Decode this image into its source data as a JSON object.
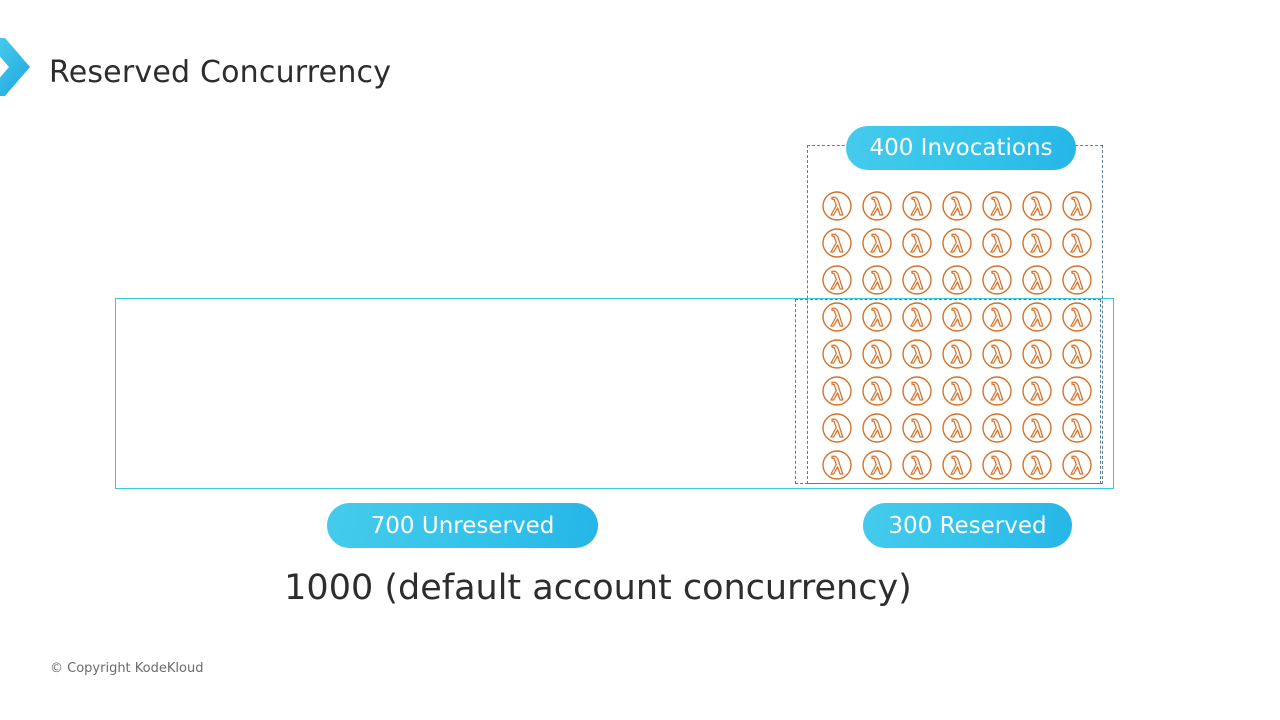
{
  "header": {
    "title": "Reserved Concurrency",
    "chevron_icon": "chevron-right-icon",
    "chevron_color_start": "#4fd0ee",
    "chevron_color_end": "#1ea7e0"
  },
  "diagram": {
    "concurrency_box": {
      "name": "account-concurrency-box",
      "border_color": "#38c8e0",
      "style": "solid"
    },
    "reserved_box": {
      "name": "reserved-region-box",
      "border_color": "#5b7e99",
      "style": "dashed"
    },
    "invocations_box": {
      "name": "invocations-region-box",
      "border_color": "#5b7e99",
      "style": "dashed"
    },
    "lambda_grid": {
      "icon_name": "aws-lambda-icon",
      "icon_color": "#d3732a",
      "columns": 7,
      "rows": 8,
      "total": 56
    }
  },
  "badges": {
    "invocations": {
      "label": "400 Invocations",
      "color": "#33c3ea"
    },
    "unreserved": {
      "label": "700 Unreserved",
      "color": "#33c3ea"
    },
    "reserved": {
      "label": "300 Reserved",
      "color": "#33c3ea"
    }
  },
  "caption": {
    "text": "1000 (default account concurrency)"
  },
  "footer": {
    "copyright": "© Copyright KodeKloud"
  }
}
